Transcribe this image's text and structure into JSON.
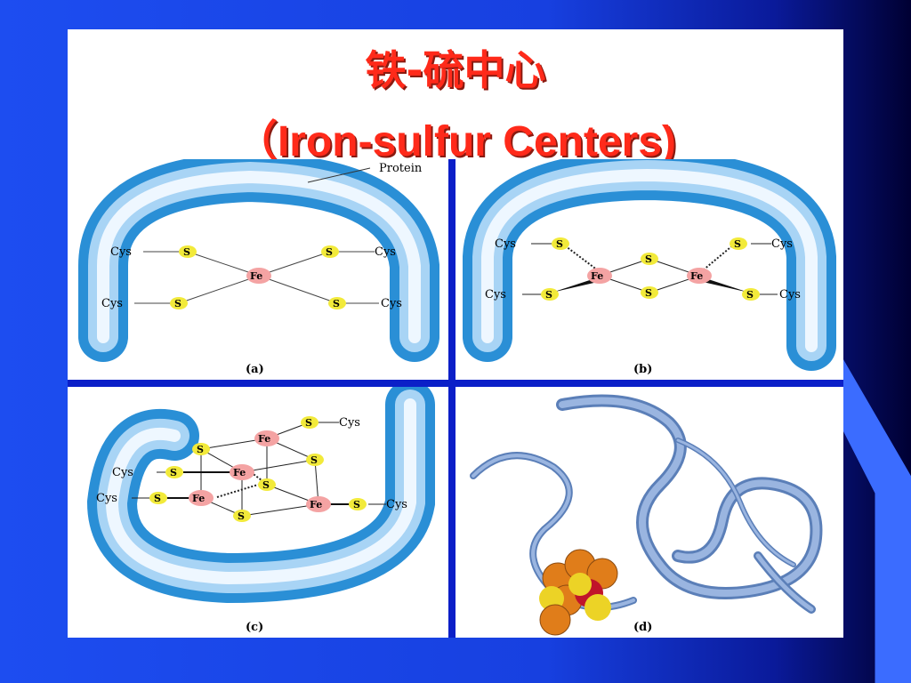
{
  "slide": {
    "title_zh": "铁-硫中心",
    "title_en": "（Iron-sulfur Centers)"
  },
  "panel_a": {
    "caption": "(a)",
    "protein_label": "Protein",
    "cys": "Cys",
    "s": "S",
    "fe": "Fe"
  },
  "panel_b": {
    "caption": "(b)",
    "cys": "Cys",
    "s": "S",
    "fe": "Fe"
  },
  "panel_c": {
    "caption": "(c)",
    "cys": "Cys",
    "s": "S",
    "fe": "Fe"
  },
  "panel_d": {
    "caption": "(d)"
  },
  "colors": {
    "title": "#ff2a1a",
    "protein": "#3a9ad8",
    "sulfur": "#f2ea3a",
    "iron": "#f4a3a3",
    "ribbon": "#7f9fcf",
    "divider": "#0b1fc8"
  }
}
